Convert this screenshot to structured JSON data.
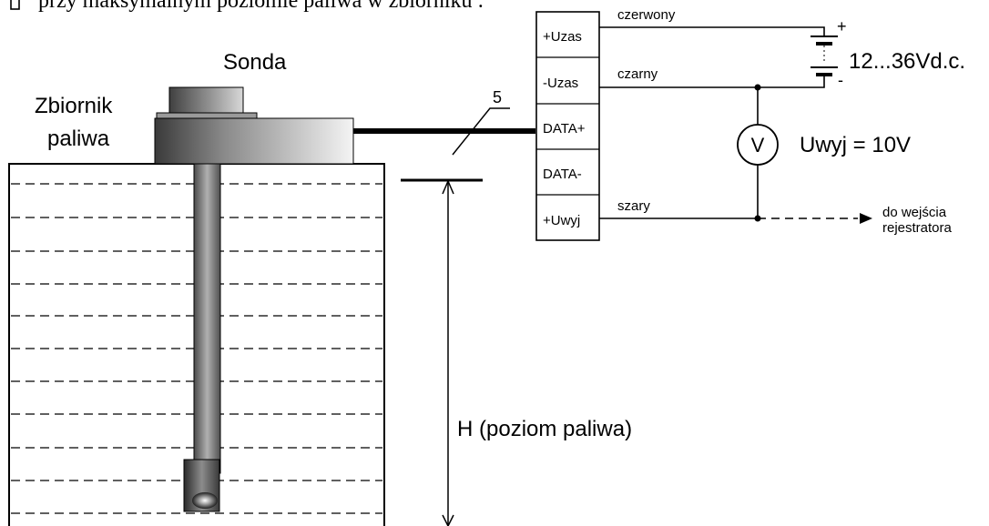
{
  "header_text": "przy maksymalnym poziomie paliwa w zbiorniku :",
  "labels": {
    "probe": "Sonda",
    "tank_line1": "Zbiornik",
    "tank_line2": "paliwa",
    "cable_number": "5",
    "fuel_level": "H (poziom paliwa)",
    "supply_voltage": "12...36Vd.c.",
    "output_voltage": "Uwyj = 10V",
    "voltmeter": "V",
    "recorder_line1": "do wejścia",
    "recorder_line2": "rejestratora",
    "plus": "+",
    "minus": "-"
  },
  "terminals": [
    {
      "label": "+Uzas"
    },
    {
      "label": "-Uzas"
    },
    {
      "label": "DATA+"
    },
    {
      "label": "DATA-"
    },
    {
      "label": "+Uwyj"
    }
  ],
  "wires": {
    "red": "czerwony",
    "black": "czarny",
    "gray": "szary"
  }
}
